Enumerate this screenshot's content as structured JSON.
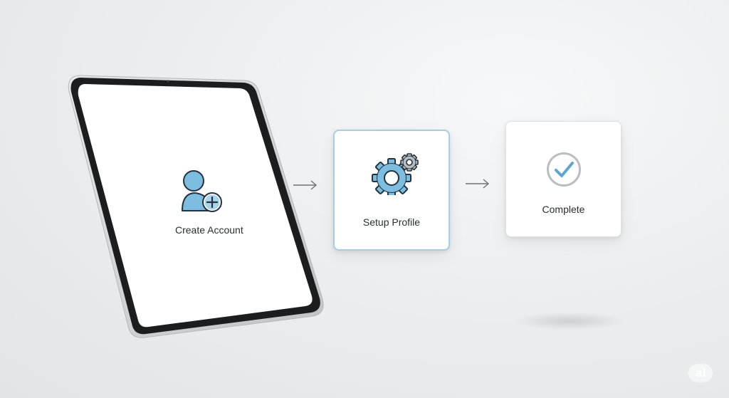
{
  "steps": [
    {
      "label": "Create Account",
      "icon": "user-add-icon"
    },
    {
      "label": "Setup Profile",
      "icon": "gear-icon"
    },
    {
      "label": "Complete",
      "icon": "check-circle-icon"
    }
  ],
  "watermark": "ai",
  "colors": {
    "accent": "#6fb3d8",
    "icon_fill": "#7cbde0",
    "icon_stroke": "#24323d",
    "check": "#5aa7d0",
    "active_border": "#a9cde0",
    "background": "#e9ebec"
  }
}
